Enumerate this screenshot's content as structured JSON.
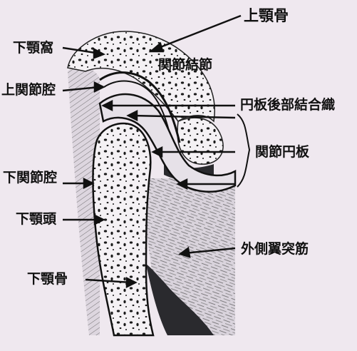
{
  "diagram": {
    "labels": {
      "upper_jaw_bone": "上顎骨",
      "mandibular_fossa": "下顎窩",
      "articular_eminence": "関節結節",
      "upper_joint_cavity": "上関節腔",
      "retrodiscal_tissue": "円板後部結合織",
      "articular_disc": "関節円板",
      "lower_joint_cavity": "下関節腔",
      "condyle": "下顎頭",
      "lateral_pterygoid": "外側翼突筋",
      "mandible": "下顎骨"
    },
    "colors": {
      "background": "#efe8ef",
      "ink": "#111111",
      "bone": "#f4f1f4",
      "disc": "#e6e1e8",
      "muscle": "#d7d1da",
      "shadow": "#2a2a2e"
    }
  }
}
